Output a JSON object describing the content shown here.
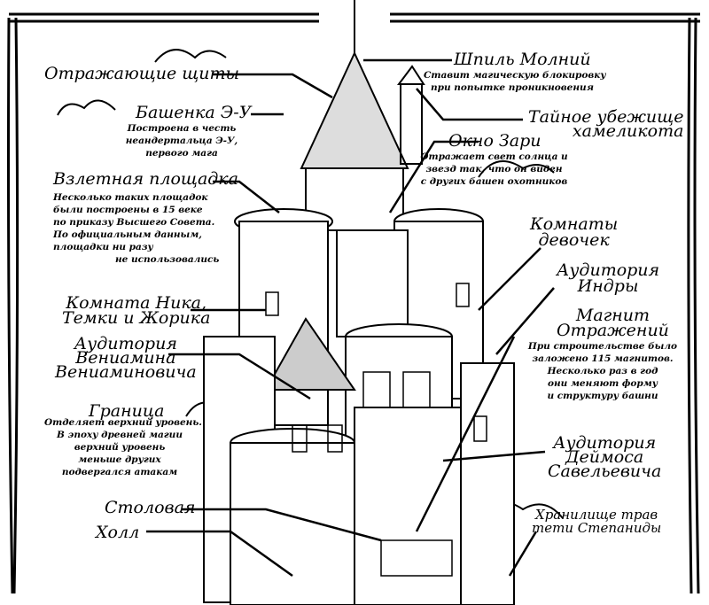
{
  "labels": {
    "shields": {
      "title": "Отражающие щиты"
    },
    "eu_tower": {
      "title": "Башенка Э-У",
      "note": [
        "Построена в честь",
        "неандертальца Э-У,",
        "первого мага"
      ]
    },
    "launch_pad": {
      "title": "Взлетная площадка",
      "note": [
        "Несколько таких площадок",
        "были построены в 15 веке",
        "по приказу Высшего Совета.",
        "По официальным данным,",
        "площадки ни разу",
        "не использовались"
      ]
    },
    "boys_room": {
      "title": [
        "Комната Ника,",
        "Темки и Жорика"
      ]
    },
    "veniamin": {
      "title": [
        "Аудитория",
        "Вениамина",
        "Вениаминовича"
      ]
    },
    "border": {
      "title": "Граница",
      "note": [
        "Отделяет верхний уровень.",
        "В эпоху древней магии",
        "верхний уровень",
        "меньше других",
        "подвергался атакам"
      ]
    },
    "dining": {
      "title": "Столовая"
    },
    "hall": {
      "title": "Холл"
    },
    "spire": {
      "title": "Шпиль Молний",
      "note": [
        "Ставит магическую блокировку",
        "при попытке проникновения"
      ]
    },
    "hideout": {
      "title": [
        "Тайное убежище",
        "хамеликота"
      ]
    },
    "dawn_window": {
      "title": "Окно Зари",
      "note": [
        "Отражает свет солнца и",
        "звезд так, что он виден",
        "с других башен охотников"
      ]
    },
    "girls_rooms": {
      "title": [
        "Комнаты",
        "девочек"
      ]
    },
    "indra": {
      "title": [
        "Аудитория",
        "Индры"
      ]
    },
    "magnet": {
      "title": [
        "Магнит",
        "Отражений"
      ],
      "note": [
        "При строительстве было",
        "заложено 115 магнитов.",
        "Несколько раз в год",
        "они меняют форму",
        "и структуру башни"
      ]
    },
    "deimos": {
      "title": [
        "Аудитория",
        "Деймоса",
        "Савельевича"
      ]
    },
    "herbs": {
      "title": [
        "Хранилище трав",
        "тети Степаниды"
      ]
    }
  }
}
